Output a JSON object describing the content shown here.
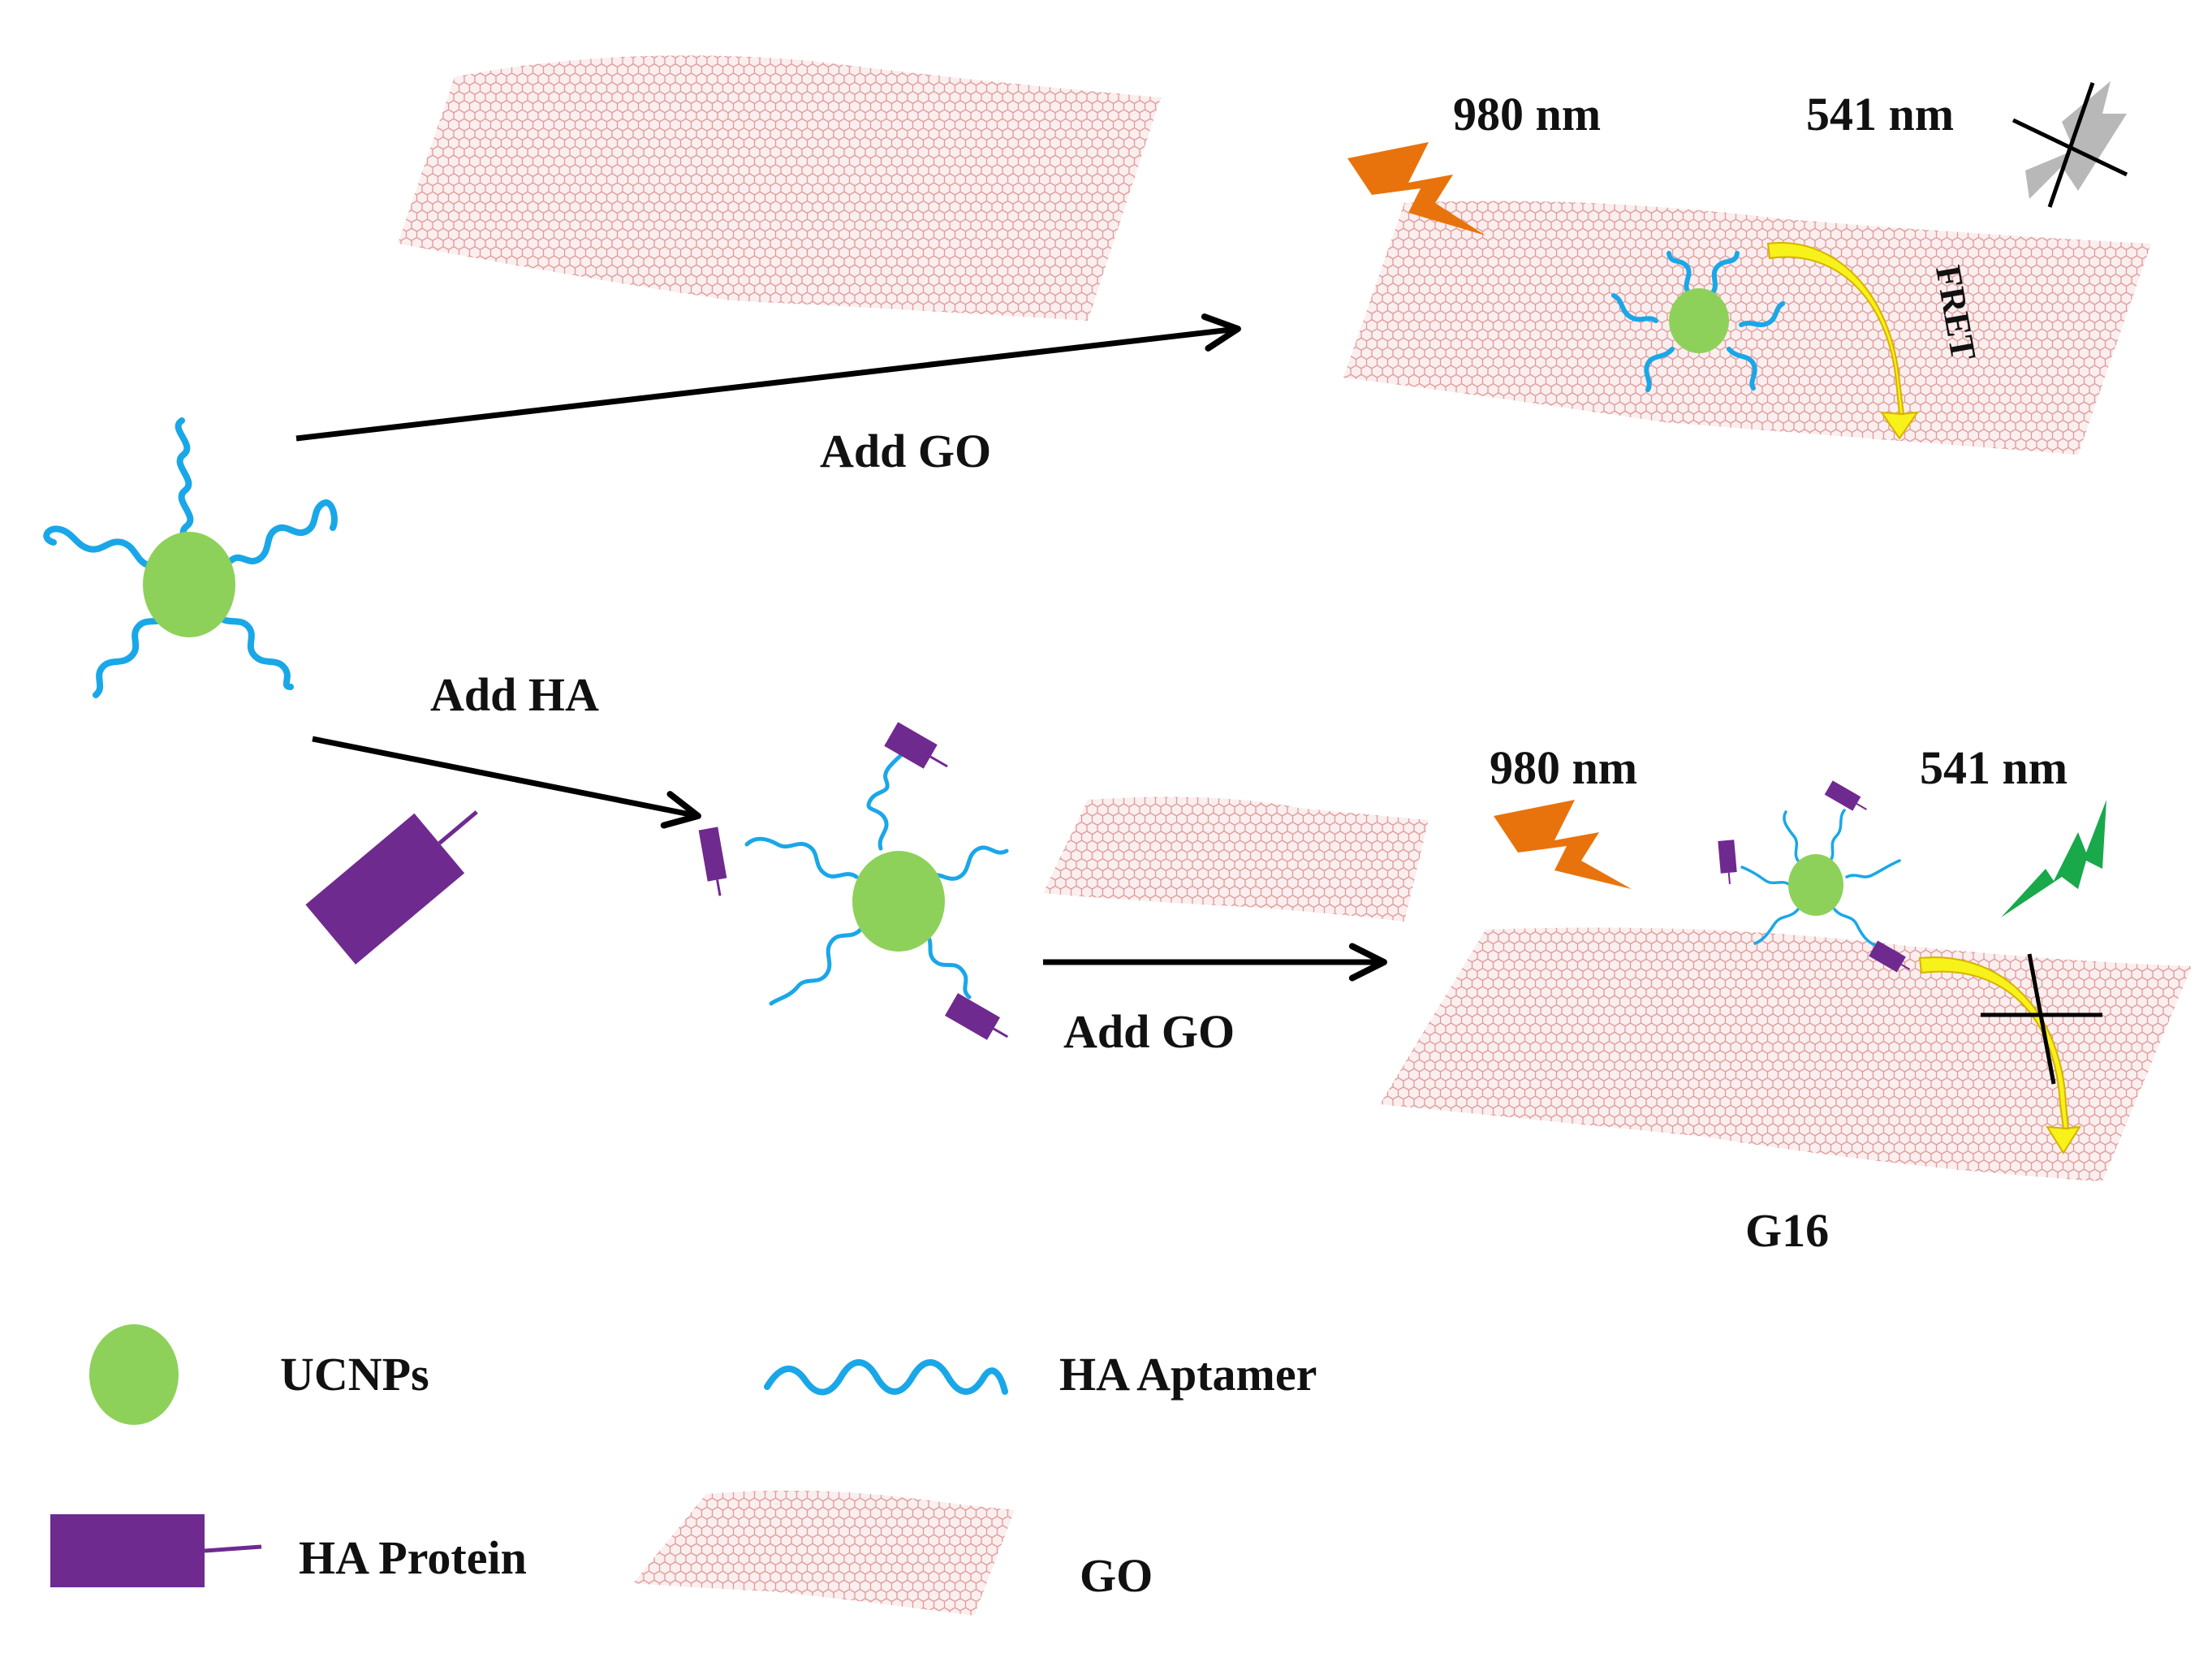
{
  "labels": {
    "top_wavelength_excite": "980 nm",
    "top_wavelength_emit": "541 nm",
    "fret": "FRET",
    "add_go_top": "Add GO",
    "add_ha": "Add HA",
    "bottom_wavelength_excite": "980 nm",
    "bottom_wavelength_emit": "541 nm",
    "add_go_bottom": "Add GO",
    "g16": "G16"
  },
  "legend": {
    "ucnps": "UCNPs",
    "ha_aptamer": "HA Aptamer",
    "ha_protein": "HA Protein",
    "go": "GO"
  },
  "colors": {
    "ucnp": "#8dd15a",
    "aptamer": "#1aa7e8",
    "protein": "#6f2a8f",
    "graphene": "#d98a8a",
    "graphene_fill": "#f7e4e4",
    "excitation_bolt": "#e8730c",
    "emission_bolt": "#19a84a",
    "quenched_bolt": "#b8b8b8",
    "fret_arrow": "#f6f21a",
    "arrow": "#000000"
  }
}
